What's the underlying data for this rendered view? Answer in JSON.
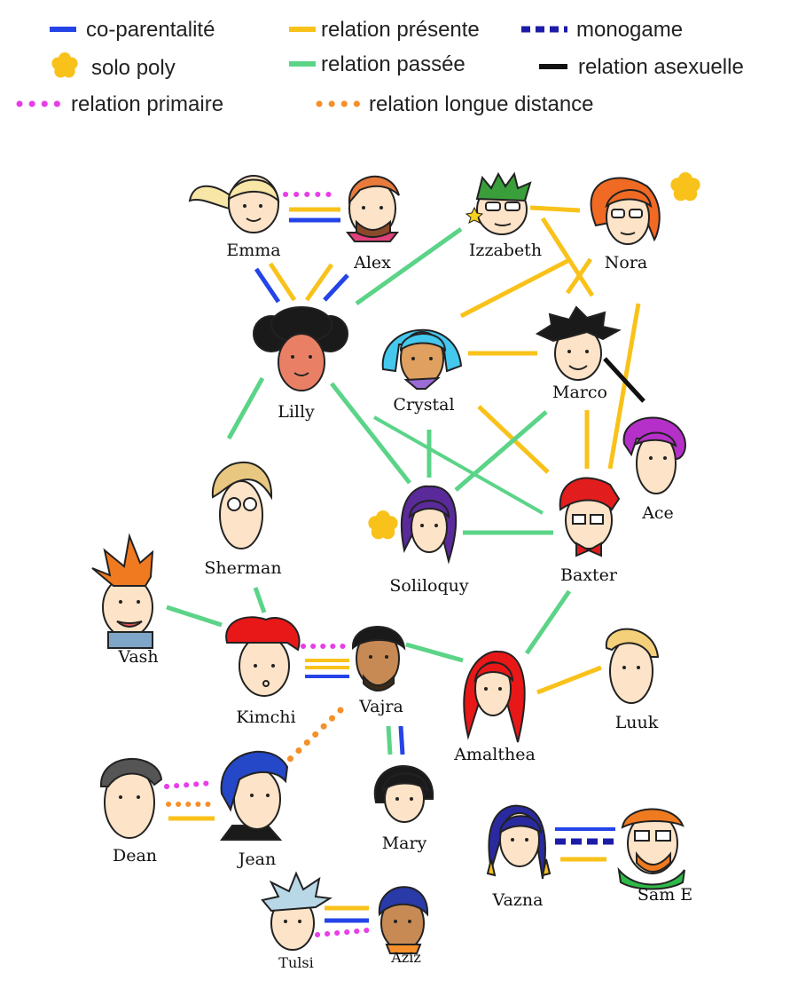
{
  "colors": {
    "coparent": "#2444e8",
    "present": "#f9c21b",
    "monogame": "#1c1ca8",
    "past": "#5bd488",
    "asexual": "#111111",
    "primary": "#e83de8",
    "longdistance": "#f5902a",
    "solo": "#f9c21b"
  },
  "legend": {
    "coparent": "co-parentalité",
    "present": "relation présente",
    "monogame": "monogame",
    "solo": "solo poly",
    "past": "relation passée",
    "asexual": "relation asexuelle",
    "primary": "relation primaire",
    "longdistance": "relation longue distance"
  },
  "people": {
    "emma": "Emma",
    "alex": "Alex",
    "izzabeth": "Izzabeth",
    "nora": "Nora",
    "lilly": "Lilly",
    "crystal": "Crystal",
    "marco": "Marco",
    "ace": "Ace",
    "sherman": "Sherman",
    "soliloquy": "Soliloquy",
    "baxter": "Baxter",
    "vash": "Vash",
    "kimchi": "Kimchi",
    "vajra": "Vajra",
    "amalthea": "Amalthea",
    "luuk": "Luuk",
    "dean": "Dean",
    "jean": "Jean",
    "mary": "Mary",
    "vazna": "Vazna",
    "same": "Sam E",
    "tulsi": "Tulsi",
    "aziz": "Aziz"
  },
  "solo_poly": [
    "Nora",
    "Soliloquy"
  ],
  "relations": [
    {
      "a": "Emma",
      "b": "Alex",
      "types": [
        "primary",
        "present",
        "coparent"
      ]
    },
    {
      "a": "Emma",
      "b": "Lilly",
      "types": [
        "coparent",
        "present"
      ]
    },
    {
      "a": "Alex",
      "b": "Lilly",
      "types": [
        "present",
        "coparent"
      ]
    },
    {
      "a": "Izzabeth",
      "b": "Lilly",
      "types": [
        "past"
      ]
    },
    {
      "a": "Izzabeth",
      "b": "Nora",
      "types": [
        "present"
      ]
    },
    {
      "a": "Izzabeth",
      "b": "Marco",
      "types": [
        "present"
      ]
    },
    {
      "a": "Nora",
      "b": "Crystal",
      "types": [
        "present"
      ]
    },
    {
      "a": "Nora",
      "b": "Marco",
      "types": [
        "present"
      ]
    },
    {
      "a": "Nora",
      "b": "Baxter",
      "types": [
        "present"
      ]
    },
    {
      "a": "Crystal",
      "b": "Marco",
      "types": [
        "present"
      ]
    },
    {
      "a": "Crystal",
      "b": "Baxter",
      "types": [
        "present"
      ]
    },
    {
      "a": "Crystal",
      "b": "Soliloquy",
      "types": [
        "past"
      ]
    },
    {
      "a": "Marco",
      "b": "Ace",
      "types": [
        "asexual"
      ]
    },
    {
      "a": "Marco",
      "b": "Baxter",
      "types": [
        "present"
      ]
    },
    {
      "a": "Marco",
      "b": "Soliloquy",
      "types": [
        "past"
      ]
    },
    {
      "a": "Lilly",
      "b": "Sherman",
      "types": [
        "past"
      ]
    },
    {
      "a": "Lilly",
      "b": "Soliloquy",
      "types": [
        "past"
      ]
    },
    {
      "a": "Lilly",
      "b": "Baxter",
      "types": [
        "past"
      ]
    },
    {
      "a": "Soliloquy",
      "b": "Baxter",
      "types": [
        "past"
      ]
    },
    {
      "a": "Sherman",
      "b": "Kimchi",
      "types": [
        "past"
      ]
    },
    {
      "a": "Vash",
      "b": "Kimchi",
      "types": [
        "past"
      ]
    },
    {
      "a": "Kimchi",
      "b": "Vajra",
      "types": [
        "primary",
        "present",
        "coparent"
      ]
    },
    {
      "a": "Vajra",
      "b": "Amalthea",
      "types": [
        "past"
      ]
    },
    {
      "a": "Vajra",
      "b": "Mary",
      "types": [
        "past",
        "coparent"
      ]
    },
    {
      "a": "Vajra",
      "b": "Jean",
      "types": [
        "longdistance"
      ]
    },
    {
      "a": "Amalthea",
      "b": "Baxter",
      "types": [
        "past"
      ]
    },
    {
      "a": "Amalthea",
      "b": "Luuk",
      "types": [
        "present"
      ]
    },
    {
      "a": "Dean",
      "b": "Jean",
      "types": [
        "primary",
        "longdistance",
        "present"
      ]
    },
    {
      "a": "Vazna",
      "b": "Sam E",
      "types": [
        "coparent",
        "monogame",
        "present"
      ]
    },
    {
      "a": "Tulsi",
      "b": "Aziz",
      "types": [
        "present",
        "coparent",
        "primary"
      ]
    }
  ]
}
